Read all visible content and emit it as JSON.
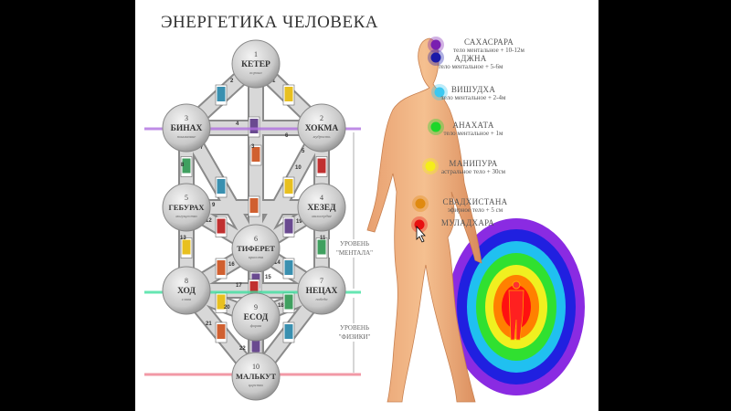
{
  "title": "ЭНЕРГЕТИКА ЧЕЛОВЕКА",
  "sephirot": [
    {
      "num": "1",
      "name": "КЕТЕР",
      "meaning": "корона"
    },
    {
      "num": "2",
      "name": "ХОКМА",
      "meaning": "мудрость"
    },
    {
      "num": "3",
      "name": "БИНАХ",
      "meaning": "понимание"
    },
    {
      "num": "4",
      "name": "ХЕЗЕД",
      "meaning": "милосердие"
    },
    {
      "num": "5",
      "name": "ГЕБУРАХ",
      "meaning": "могущество"
    },
    {
      "num": "6",
      "name": "ТИФЕРЕТ",
      "meaning": "красота"
    },
    {
      "num": "7",
      "name": "НЕЦАХ",
      "meaning": "победа"
    },
    {
      "num": "8",
      "name": "ХОД",
      "meaning": "слава"
    },
    {
      "num": "9",
      "name": "ЕСОД",
      "meaning": "форма"
    },
    {
      "num": "10",
      "name": "МАЛЬКУТ",
      "meaning": "царство"
    }
  ],
  "paths": [
    "1",
    "2",
    "3",
    "4",
    "5",
    "6",
    "7",
    "8",
    "9",
    "10",
    "11",
    "12",
    "13",
    "14",
    "15",
    "16",
    "17",
    "18",
    "19",
    "20",
    "21",
    "22"
  ],
  "levels": [
    {
      "line1": "УРОВЕНЬ",
      "line2": "\"МЕНТАЛА\""
    },
    {
      "line1": "УРОВЕНЬ",
      "line2": "\"ФИЗИКИ\""
    }
  ],
  "chakras": [
    {
      "name": "САХАСРАРА",
      "desc": "тело ментальное + 10-12м",
      "color": "#7a1fb0"
    },
    {
      "name": "АДЖНА",
      "desc": "тело ментальное + 5-6м",
      "color": "#1a1aa8"
    },
    {
      "name": "ВИШУДХА",
      "desc": "тело ментальное + 2-4м",
      "color": "#3cc8f0"
    },
    {
      "name": "АНАХАТА",
      "desc": "тело ментальное + 1м",
      "color": "#1ed62a"
    },
    {
      "name": "МАНИПУРА",
      "desc": "астральное тело + 30см",
      "color": "#f5ee1a"
    },
    {
      "name": "СВАДХИСТАНА",
      "desc": "эфирное тело + 5 см",
      "color": "#e08a10"
    },
    {
      "name": "МУЛАДХАРА",
      "desc": "",
      "color": "#e81010"
    }
  ],
  "aura_colors": [
    "#8a2be2",
    "#2020e0",
    "#20c0f0",
    "#30e030",
    "#f0f020",
    "#ff8000",
    "#ff1010"
  ]
}
